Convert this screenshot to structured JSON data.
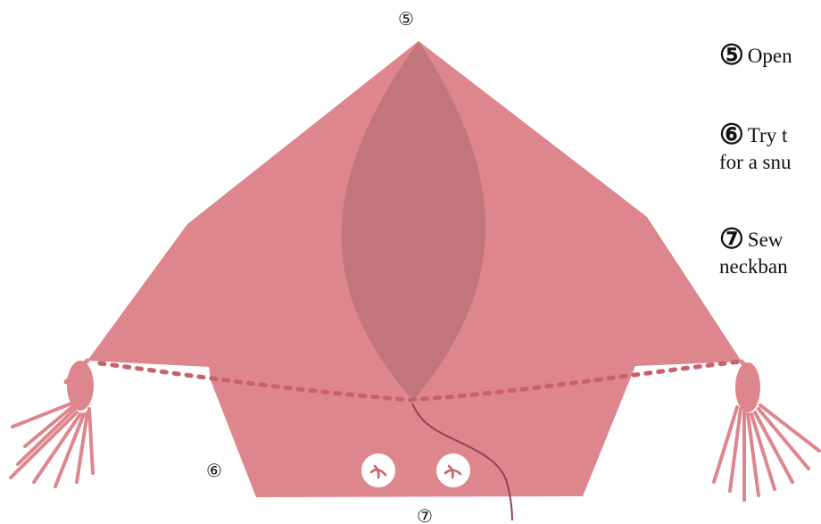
{
  "callouts": {
    "top": "⑤",
    "left": "⑥",
    "bottom": "⑦"
  },
  "steps": [
    {
      "number": "⑤",
      "lines": [
        "Open"
      ]
    },
    {
      "number": "⑥",
      "lines": [
        "Try t",
        "for a snu"
      ]
    },
    {
      "number": "⑦",
      "lines": [
        "Sew",
        "neckban"
      ]
    }
  ],
  "colors": {
    "fabric": "#de868e",
    "fold": "#c2757b",
    "stitch": "#c9606d",
    "thread": "#8f4550",
    "button_mark": "#c9606d"
  }
}
